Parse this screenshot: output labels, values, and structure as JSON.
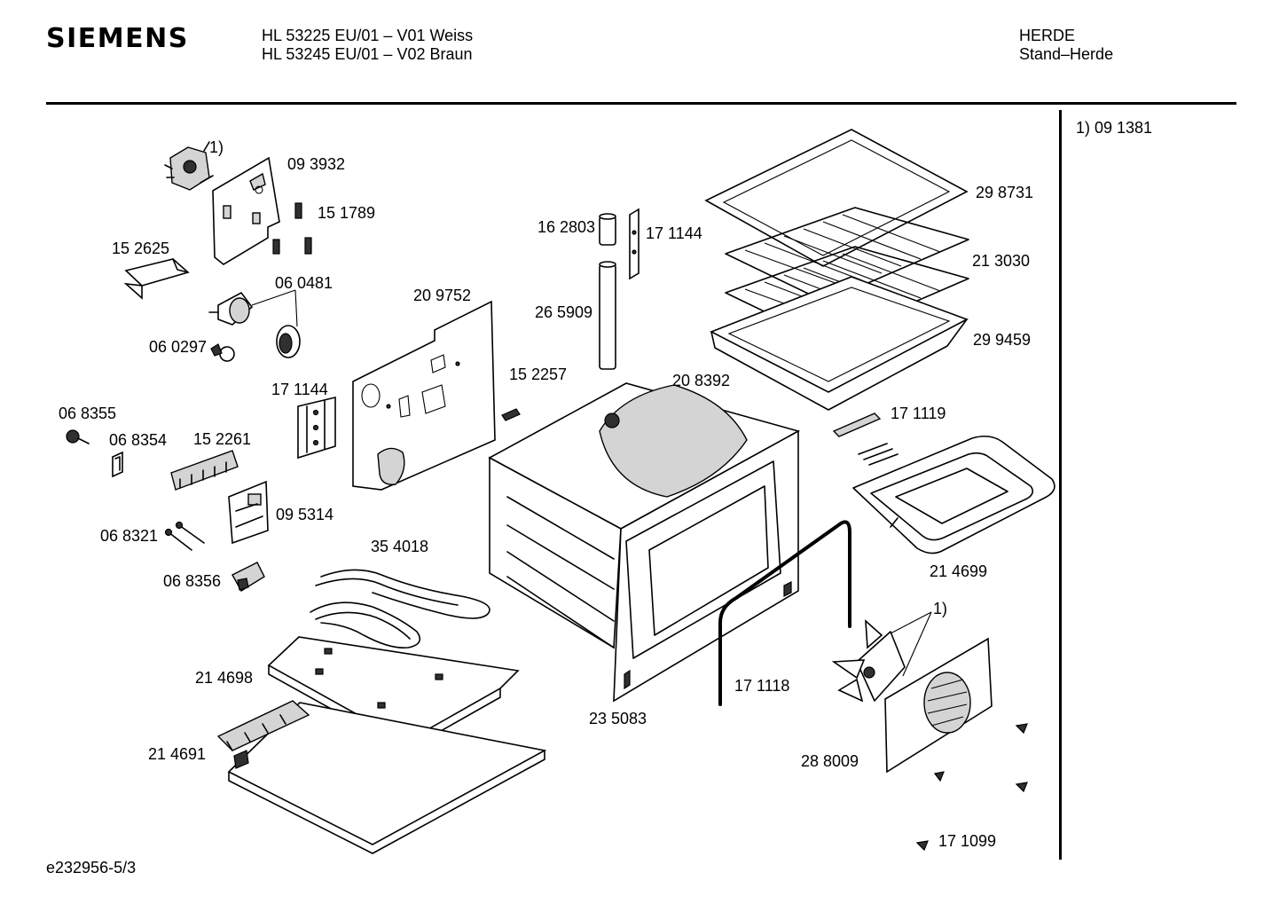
{
  "header": {
    "brand": "SIEMENS",
    "model_line_1": "HL 53225 EU/01 – V01 Weiss",
    "model_line_2": "HL 53245 EU/01 – V02 Braun",
    "category_line_1": "HERDE",
    "category_line_2": "Stand–Herde"
  },
  "footnote": "1) 09 1381",
  "document_id": "e232956-5/3",
  "part_labels": {
    "p093932": "09 3932",
    "p151789": "15 1789",
    "p152625": "15 2625",
    "p060481": "06 0481",
    "p060297": "06 0297",
    "p171144_left": "17 1144",
    "p068355": "06 8355",
    "p068354": "06 8354",
    "p152261": "15 2261",
    "p095314": "09 5314",
    "p068321": "06 8321",
    "p068356": "06 8356",
    "p354018": "35 4018",
    "p214698": "21 4698",
    "p214691": "21 4691",
    "p209752": "20 9752",
    "p162803": "16 2803",
    "p171144_top": "17 1144",
    "p265909": "26 5909",
    "p152257": "15 2257",
    "p208392": "20 8392",
    "p235083": "23 5083",
    "p171118": "17 1118",
    "p298731": "29 8731",
    "p213030": "21 3030",
    "p299459": "29 9459",
    "p171119": "17 1119",
    "p214699": "21 4699",
    "p288009": "28 8009",
    "p171099": "17 1099",
    "footnote_mark_top": "1)",
    "footnote_mark_fan": "1)"
  }
}
